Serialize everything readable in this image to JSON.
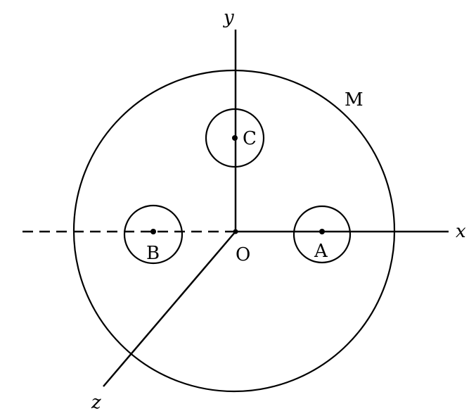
{
  "diagram": {
    "circles": {
      "outer": "M",
      "right": "A",
      "left": "B",
      "top": "C"
    },
    "origin": "O",
    "axes": {
      "x": "x",
      "y": "y",
      "z": "z"
    }
  }
}
